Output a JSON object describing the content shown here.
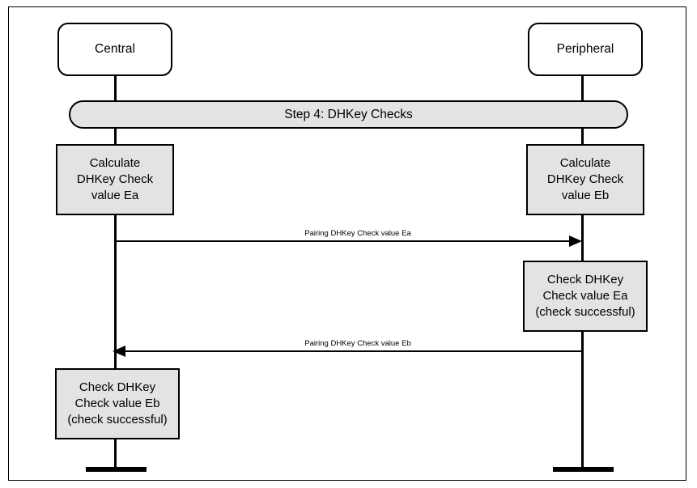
{
  "diagram": {
    "title": "Step 4: DHKey Checks",
    "actors": [
      {
        "id": "central",
        "label": "Central"
      },
      {
        "id": "peripheral",
        "label": "Peripheral"
      }
    ],
    "step_banner": {
      "label": "Step 4: DHKey Checks"
    },
    "actions": [
      {
        "id": "calc-ea",
        "side": "central",
        "lines": [
          "Calculate",
          "DHKey Check",
          "value Ea"
        ]
      },
      {
        "id": "calc-eb",
        "side": "peripheral",
        "lines": [
          "Calculate",
          "DHKey Check",
          "value Eb"
        ]
      },
      {
        "id": "check-ea",
        "side": "peripheral",
        "lines": [
          "Check DHKey",
          "Check value Ea",
          "(check successful)"
        ]
      },
      {
        "id": "check-eb",
        "side": "central",
        "lines": [
          "Check DHKey",
          "Check value Eb",
          "(check successful)"
        ]
      }
    ],
    "messages": [
      {
        "id": "msg-ea",
        "label": "Pairing DHKey Check value Ea",
        "direction": "right"
      },
      {
        "id": "msg-eb",
        "label": "Pairing DHKey Check value Eb",
        "direction": "left"
      }
    ],
    "colors": {
      "stroke": "#000000",
      "box_fill": "#e3e3e3",
      "actor_fill": "#ffffff",
      "background": "#ffffff"
    }
  }
}
